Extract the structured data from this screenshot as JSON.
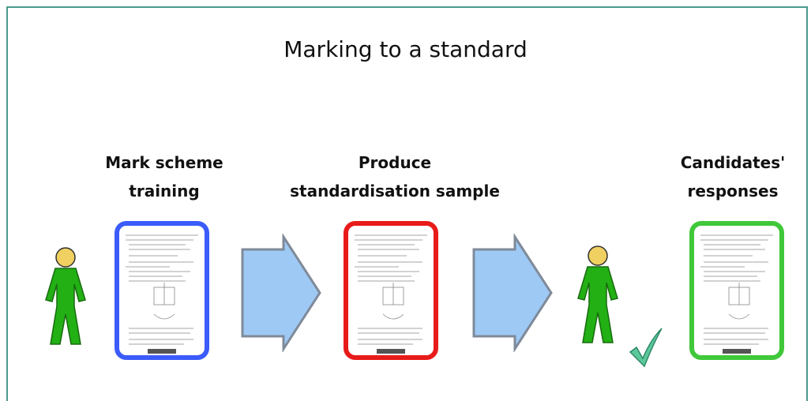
{
  "title": "Marking to a standard",
  "stages": [
    {
      "line1": "Mark scheme",
      "line2": "training"
    },
    {
      "line1": "Produce",
      "line2": "standardisation sample"
    },
    {
      "line1": "Candidates'",
      "line2": "responses"
    }
  ],
  "colors": {
    "frame": "#4a9a8c",
    "card_blue": "#3b5bfa",
    "card_red": "#e81a1a",
    "card_green": "#40c83a",
    "arrow_fill": "#9ec9f5",
    "arrow_edge": "#7f8a99",
    "person_body": "#22b014",
    "person_head": "#f0d060",
    "check": "#5cc79a"
  }
}
